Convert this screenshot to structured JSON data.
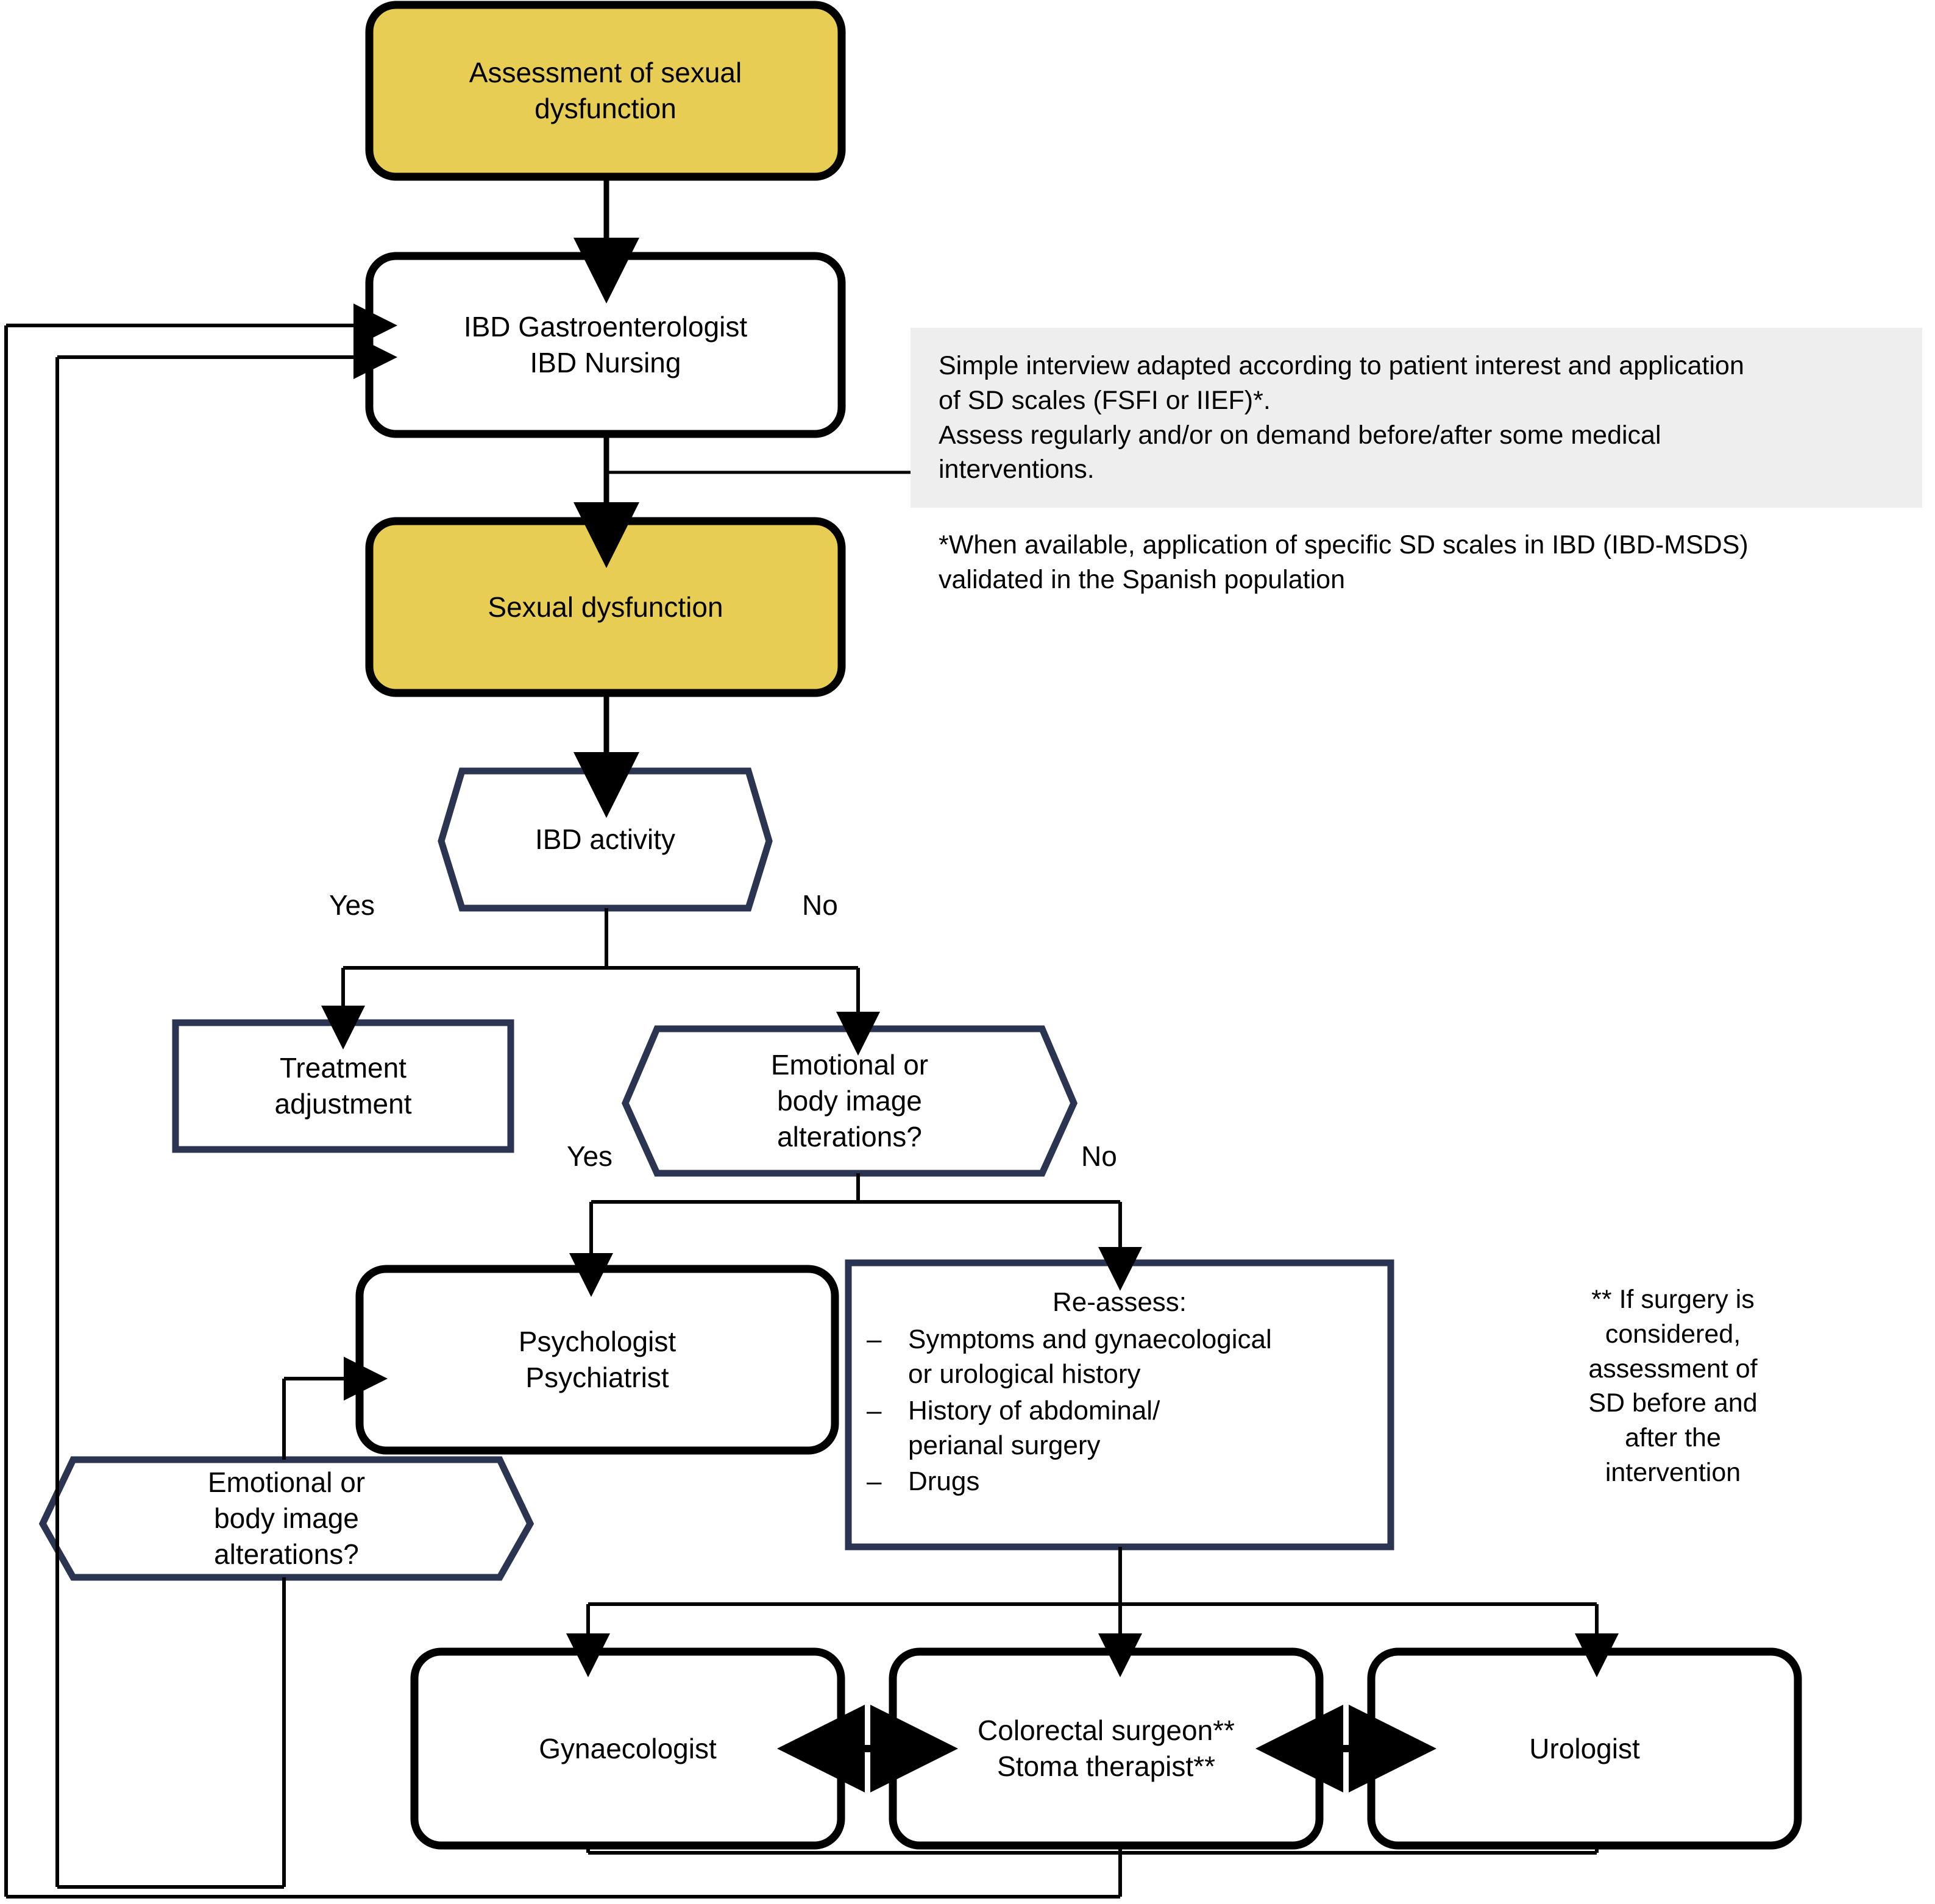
{
  "diagram": {
    "title": "Assessment of sexual dysfunction algorithm",
    "colors": {
      "highlight_fill": "#E8CD55",
      "highlight_stroke": "#000000",
      "navy_stroke": "#2B3450",
      "black_stroke": "#000000",
      "note_background": "#EEEEEE",
      "text": "#000000"
    }
  },
  "nodes": {
    "assessment": {
      "label": "Assessment of sexual\ndysfunction",
      "line1": "Assessment of sexual",
      "line2": "dysfunction",
      "shape": "rounded-rect",
      "fill": "highlight"
    },
    "gastro": {
      "line1": "IBD Gastroenterologist",
      "line2": "IBD Nursing",
      "shape": "rounded-rect",
      "fill": "white"
    },
    "sexual_dysfunction": {
      "label": "Sexual dysfunction",
      "shape": "rounded-rect",
      "fill": "highlight"
    },
    "ibd_activity": {
      "label": "IBD activity",
      "shape": "hexagon"
    },
    "treatment_adjustment": {
      "line1": "Treatment",
      "line2": "adjustment",
      "shape": "rect"
    },
    "emotional_1": {
      "line1": "Emotional or",
      "line2": "body image",
      "line3": "alterations?",
      "shape": "hexagon"
    },
    "psychologist": {
      "line1": "Psychologist",
      "line2": "Psychiatrist",
      "shape": "rounded-rect"
    },
    "reassess": {
      "title": "Re-assess:",
      "dash": "–",
      "items": [
        "Symptoms and gynaecological or urological history",
        "History of abdominal/ perianal surgery",
        "Drugs"
      ],
      "items_lines": [
        [
          "Symptoms and gynaecological",
          "or urological history"
        ],
        [
          "History of abdominal/",
          "perianal surgery"
        ],
        [
          "Drugs"
        ]
      ],
      "shape": "rect"
    },
    "emotional_2": {
      "line1": "Emotional or",
      "line2": "body image",
      "line3": "alterations?",
      "shape": "hexagon"
    },
    "gynaecologist": {
      "label": "Gynaecologist",
      "shape": "rounded-rect"
    },
    "colorectal": {
      "line1": "Colorectal surgeon**",
      "line2": "Stoma therapist**",
      "shape": "rounded-rect"
    },
    "urologist": {
      "label": "Urologist",
      "shape": "rounded-rect"
    }
  },
  "edge_labels": {
    "ibd_activity_yes": "Yes",
    "ibd_activity_no": "No",
    "emotional_yes": "Yes",
    "emotional_no": "No"
  },
  "notes": {
    "interview_box": {
      "lines": [
        "Simple interview adapted according to patient interest and application",
        " of SD scales (FSFI or IIEF)*.",
        "Assess regularly and/or on demand before/after some medical",
        "interventions."
      ]
    },
    "footnote_star": {
      "lines": [
        "*When available, application of specific SD scales in IBD (IBD-MSDS)",
        "validated in the Spanish population"
      ]
    },
    "footnote_double_star": {
      "lines": [
        "** If surgery is",
        "considered,",
        "assessment of",
        "SD before and",
        "after the",
        "intervention"
      ]
    }
  }
}
